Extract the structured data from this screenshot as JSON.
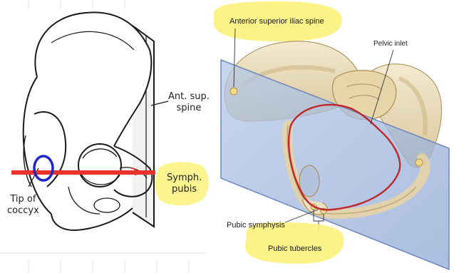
{
  "left_figure": {
    "labels": {
      "ant_sup_spine_line1": "Ant. sup.",
      "ant_sup_spine_line2": "spine",
      "symph_pubis_line1": "Symph.",
      "symph_pubis_line2": "pubis",
      "tip_coccyx_line1": "Tip of",
      "tip_coccyx_line2": "coccyx"
    },
    "colors": {
      "red_line": "#e8322a",
      "blue_circle": "#1f25c8",
      "highlight": "#fbf27a"
    }
  },
  "right_figure": {
    "labels": {
      "asis": "Anterior superior iliac spine",
      "pelvic_inlet": "Pelvic inlet",
      "pubic_symphysis": "Pubic symphysis",
      "pubic_tubercles": "Pubic tubercles"
    },
    "colors": {
      "plane": "#a9bfe2",
      "bone": "#eee0bf",
      "inlet": "#c0272d",
      "highlight": "#fbf27a"
    }
  }
}
